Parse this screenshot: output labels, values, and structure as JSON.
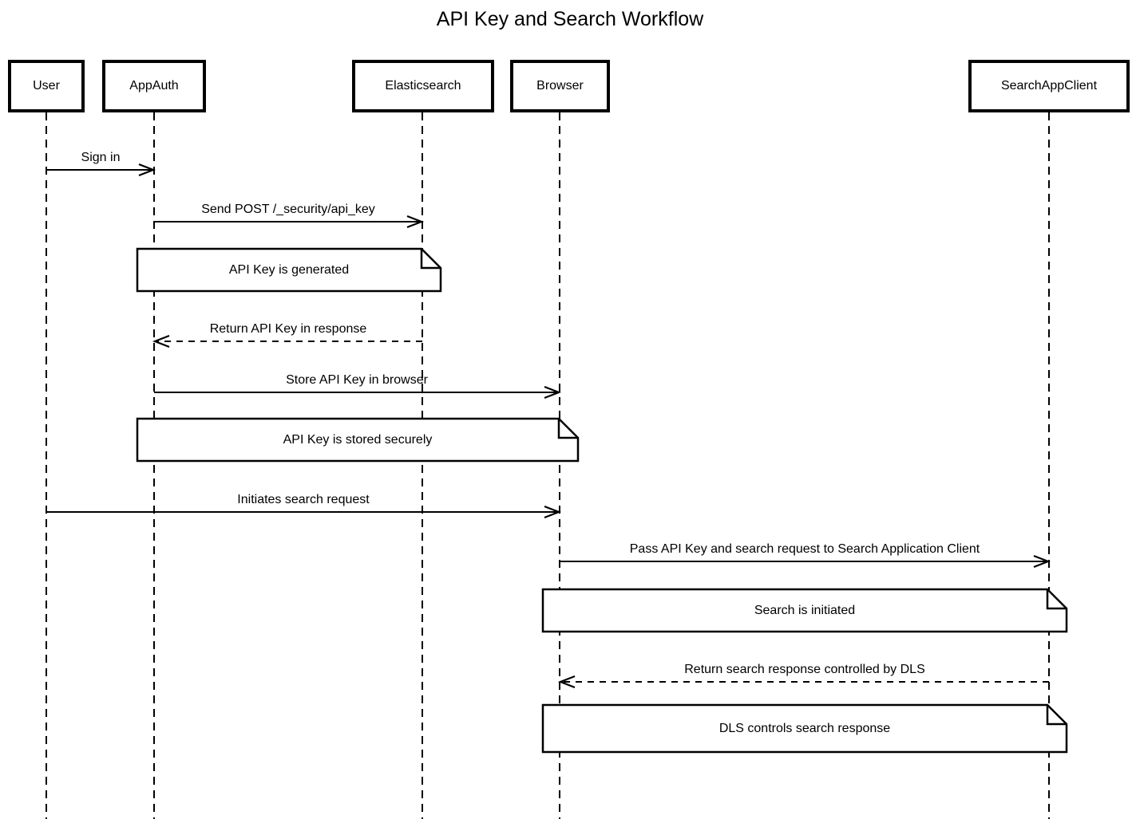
{
  "title": "API Key and Search Workflow",
  "participants": [
    {
      "name": "User"
    },
    {
      "name": "AppAuth"
    },
    {
      "name": "Elasticsearch"
    },
    {
      "name": "Browser"
    },
    {
      "name": "SearchAppClient"
    }
  ],
  "messages": [
    {
      "label": "Sign in",
      "from": "User",
      "to": "AppAuth",
      "line": "solid"
    },
    {
      "label": "Send POST /_security/api_key",
      "from": "AppAuth",
      "to": "Elasticsearch",
      "line": "solid"
    },
    {
      "label": "Return API Key in response",
      "from": "Elasticsearch",
      "to": "AppAuth",
      "line": "dashed"
    },
    {
      "label": "Store API Key in browser",
      "from": "AppAuth",
      "to": "Browser",
      "line": "solid"
    },
    {
      "label": "Initiates search request",
      "from": "User",
      "to": "Browser",
      "line": "solid"
    },
    {
      "label": "Pass API Key and search request to Search Application Client",
      "from": "Browser",
      "to": "SearchAppClient",
      "line": "solid"
    },
    {
      "label": "Return search response controlled by DLS",
      "from": "SearchAppClient",
      "to": "Browser",
      "line": "dashed"
    }
  ],
  "notes": [
    {
      "text": "API Key is generated",
      "over": [
        "AppAuth",
        "Elasticsearch"
      ]
    },
    {
      "text": "API Key is stored securely",
      "over": [
        "AppAuth",
        "Browser"
      ]
    },
    {
      "text": "Search is initiated",
      "over": [
        "Browser",
        "SearchAppClient"
      ]
    },
    {
      "text": "DLS controls search response",
      "over": [
        "Browser",
        "SearchAppClient"
      ]
    }
  ],
  "colors": {
    "stroke": "#000000",
    "background": "#ffffff",
    "note_fill": "#ffffff"
  }
}
